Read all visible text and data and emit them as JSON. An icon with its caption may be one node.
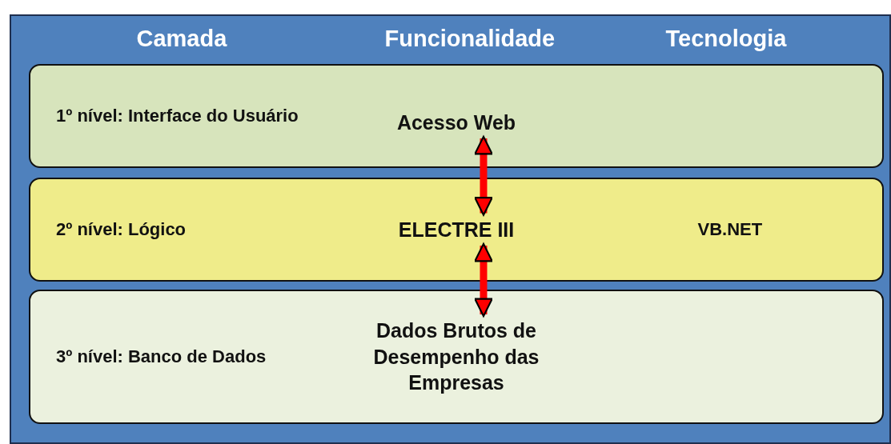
{
  "diagram": {
    "nodes": [
      {
        "text": [
          "1º nível: Interface do Usuário"
        ]
      },
      {
        "text": [
          "Acesso Web"
        ],
        "in": 0
      },
      {
        "text": [
          "2º nível: Lógico",
          "VB.NET"
        ]
      },
      {
        "text": [
          "ELECTRE III"
        ],
        "in": 2
      },
      {
        "text": [
          "3º nível: Banco de Dados"
        ]
      },
      {
        "text": [
          "Dados Brutos de Desempenho das Empresas"
        ],
        "in": 4
      }
    ],
    "edges": [
      {
        "from": 1,
        "to": 3,
        "arrow": "both"
      },
      {
        "from": 3,
        "to": 5,
        "arrow": "both"
      }
    ],
    "labels": [
      "Camada",
      "Funcionalidade",
      "Tecnologia"
    ]
  }
}
